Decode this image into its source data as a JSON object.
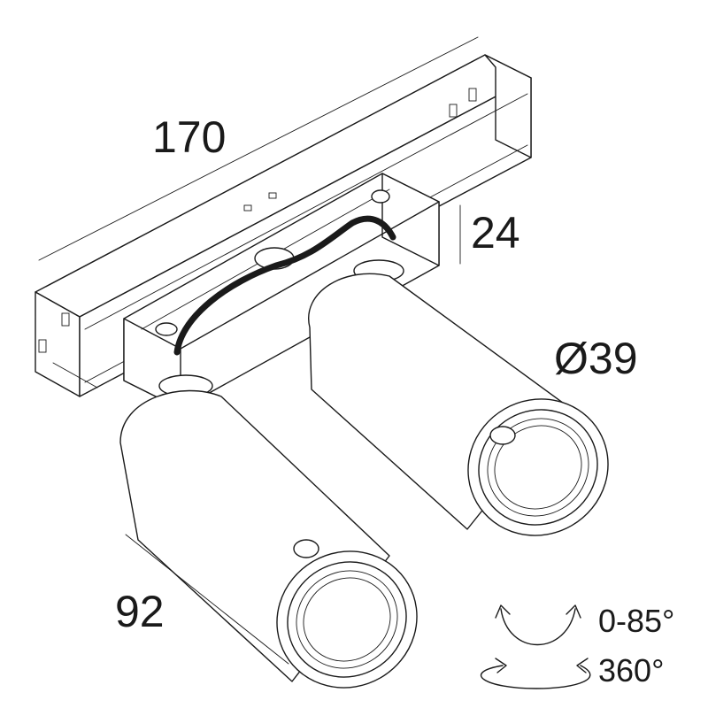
{
  "dimensions": {
    "length": "170",
    "height": "24",
    "diameter": "Ø39",
    "depth": "92"
  },
  "rotation": {
    "tilt": "0-85°",
    "pan": "360°"
  },
  "colors": {
    "line": "#1a1a1a",
    "background": "#ffffff"
  }
}
